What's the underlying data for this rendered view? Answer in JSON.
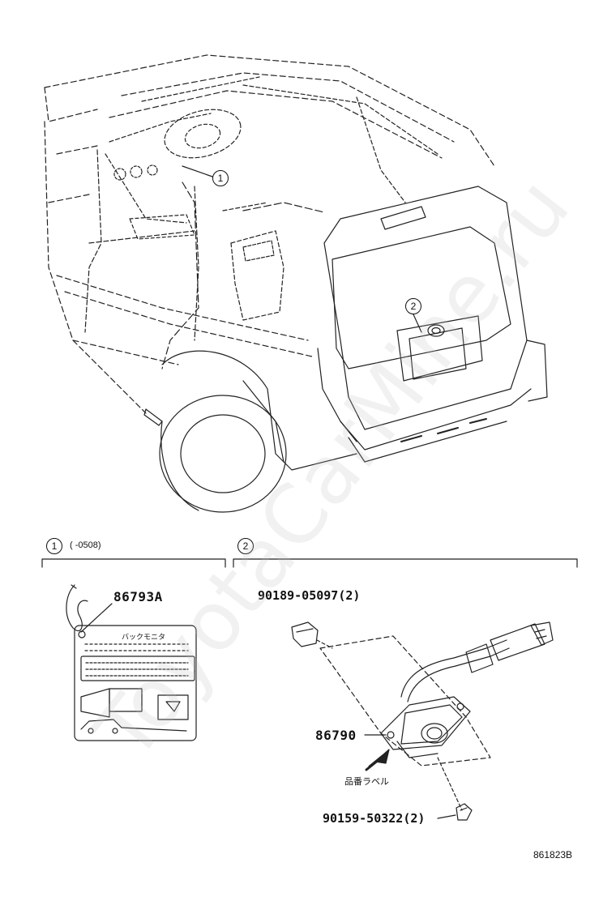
{
  "callouts": {
    "c1": "1",
    "c2": "2"
  },
  "section1": {
    "marker": "1",
    "range": "(      -0508)",
    "part_number": "86793A",
    "label_title": "バックモニタ"
  },
  "section2": {
    "marker": "2",
    "clip_part": "90189-05097(2)",
    "camera_part": "86790",
    "screw_part": "90159-50322(2)",
    "label_note": "品番ラベル"
  },
  "diagram_code": "861823B",
  "watermark": "ToyotaCarMine.ru"
}
